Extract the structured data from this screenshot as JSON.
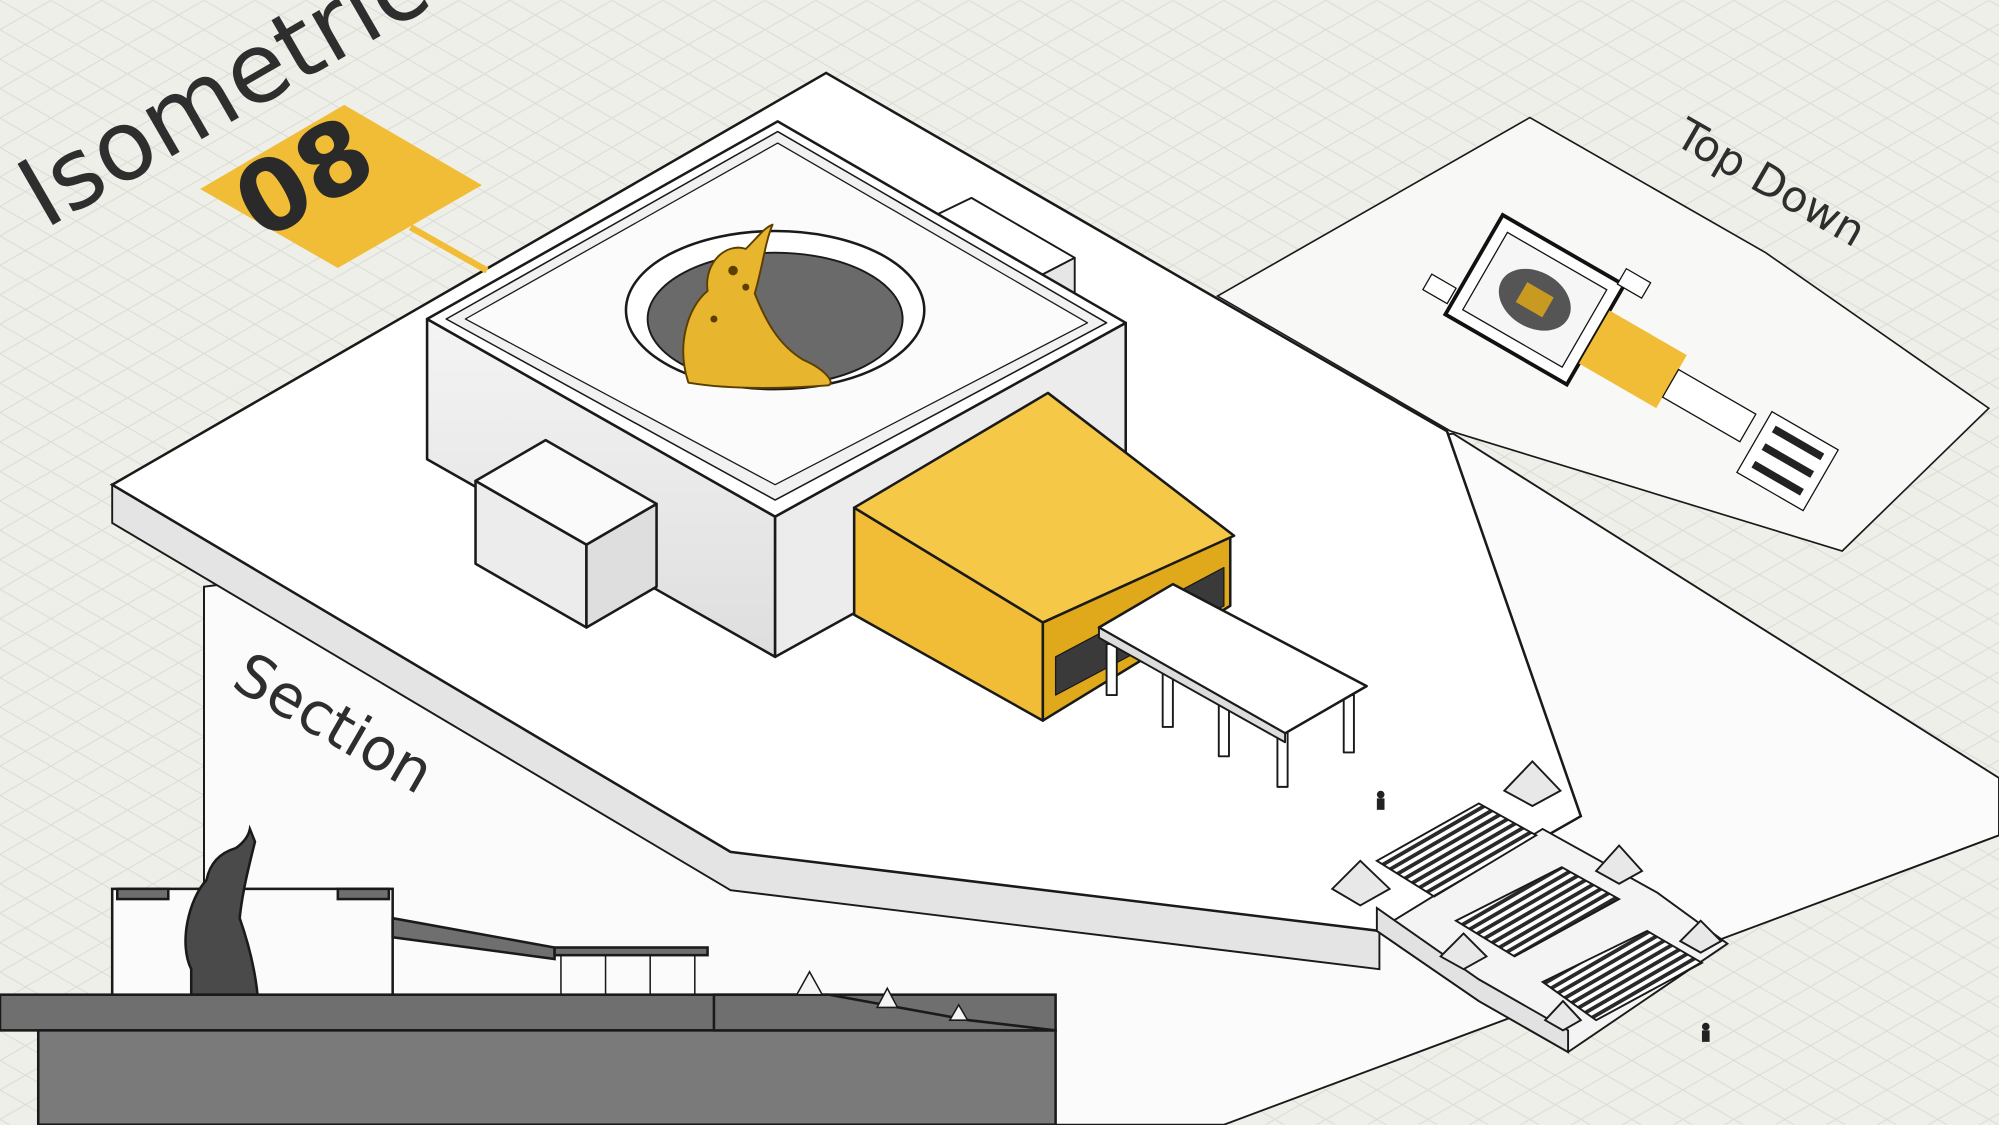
{
  "labels": {
    "view_title": "Isometric",
    "view_number": "08",
    "top_down": "Top Down",
    "section": "Section"
  },
  "colors": {
    "accent": "#f2bd36",
    "background": "#efefea",
    "surface": "#ffffff",
    "outline": "#1a1a1a",
    "section_fill": "#6f6f6f"
  }
}
